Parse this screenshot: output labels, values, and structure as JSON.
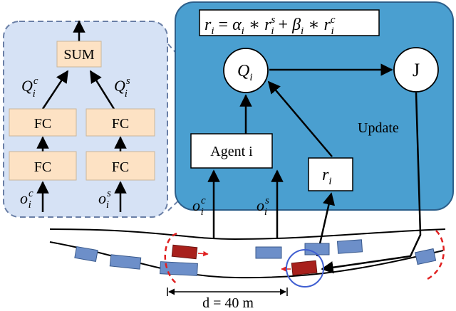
{
  "left_panel": {
    "sum_label": "SUM",
    "fc_labels": [
      "FC",
      "FC",
      "FC",
      "FC"
    ],
    "q_c": "Q",
    "q_c_sup": "c",
    "q_c_sub": "i",
    "q_s": "Q",
    "q_s_sup": "s",
    "q_s_sub": "i",
    "o_c": "o",
    "o_c_sup": "c",
    "o_c_sub": "i",
    "o_s": "o",
    "o_s_sup": "s",
    "o_s_sub": "i"
  },
  "right_panel": {
    "formula": {
      "r": "r",
      "i": "i",
      "equals": " = ",
      "alpha": "α",
      "star": " ∗ ",
      "plus": " + ",
      "beta": "β",
      "s": "s",
      "c": "c"
    },
    "q_node": "Q",
    "q_node_sub": "i",
    "j_node": "J",
    "agent_label": "Agent i",
    "reward_label": "r",
    "reward_sub": "i",
    "update_label": "Update",
    "o_c": "o",
    "o_c_sup": "c",
    "o_c_sub": "i",
    "o_s": "o",
    "o_s_sup": "s",
    "o_s_sub": "i"
  },
  "road": {
    "distance_label": "d = 40 m"
  },
  "colors": {
    "left_panel_bg": "#d6e2f5",
    "right_panel_bg": "#4a9fd0",
    "node_box_fill": "#fde2c4",
    "agent_car": "#a8201c",
    "other_car": "#6d8fc9",
    "dashed_highlight": "#e02020",
    "circle_highlight": "#3f5ed1"
  }
}
